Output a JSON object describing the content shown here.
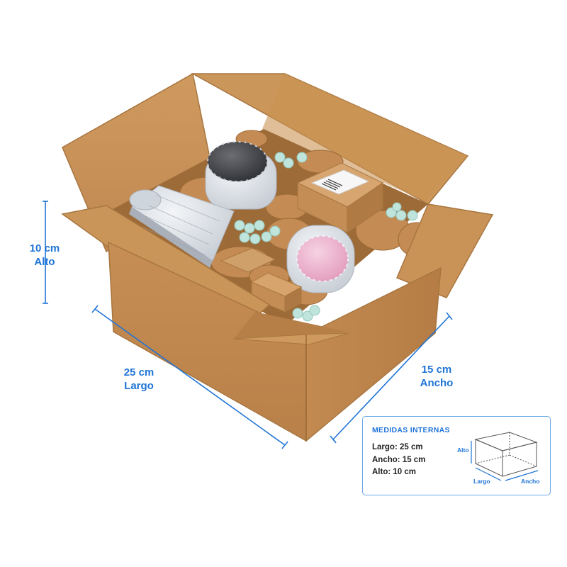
{
  "dimensions": {
    "alto": {
      "value": "10 cm",
      "name": "Alto"
    },
    "largo": {
      "value": "25 cm",
      "name": "Largo"
    },
    "ancho": {
      "value": "15 cm",
      "name": "Ancho"
    }
  },
  "info_panel": {
    "title": "MEDIDAS INTERNAS",
    "lines": [
      "Largo: 25 cm",
      "Ancho: 15 cm",
      "Alto: 10 cm"
    ],
    "diagram_labels": {
      "alto": "Alto",
      "largo": "Largo",
      "ancho": "Ancho"
    }
  },
  "colors": {
    "accent": "#1f74d6",
    "cardboard": "#c8945a",
    "cardboard_dark": "#a87640",
    "kraft_paper": "#c9915c",
    "bubble_wrap": "#d9dde2"
  }
}
